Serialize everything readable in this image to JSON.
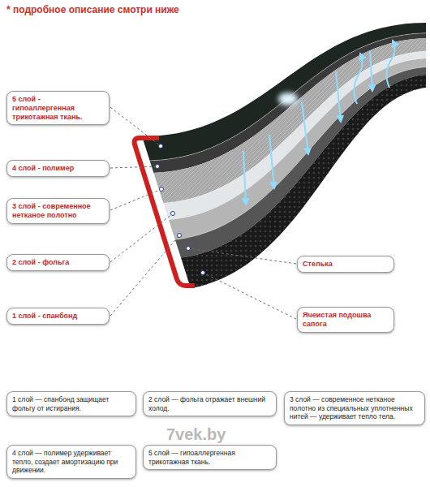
{
  "diagram": {
    "title": "* подробное описание смотри ниже",
    "nodes": [
      {
        "text": [
          "5 слой - гипоаллергенная трикотажная ткань."
        ]
      },
      {
        "text": [
          "4 слой - полимер"
        ]
      },
      {
        "text": [
          "3 слой - современное нетканое полотно"
        ]
      },
      {
        "text": [
          "2 слой - фольга"
        ]
      },
      {
        "text": [
          "Стелька"
        ]
      },
      {
        "text": [
          "1 слой - спанбонд"
        ]
      },
      {
        "text": [
          "Ячеистая подошва сапога"
        ]
      },
      {
        "text": [
          "1 слой — спанбонд защищает фольгу от истирания."
        ]
      },
      {
        "text": [
          "2 слой — фольга отражает внешний холод."
        ]
      },
      {
        "text": [
          "3 слой — современное нетканое полотно из специальных уплотненных нитей — удерживает тепло тела."
        ]
      },
      {
        "text": [
          "4 слой — полимер удерживает тепло, создает амортизацию при движении."
        ]
      },
      {
        "text": [
          "5 слой — гипоаллергенная трикотажная ткань."
        ]
      }
    ],
    "labels": [
      "7vek.by"
    ]
  }
}
